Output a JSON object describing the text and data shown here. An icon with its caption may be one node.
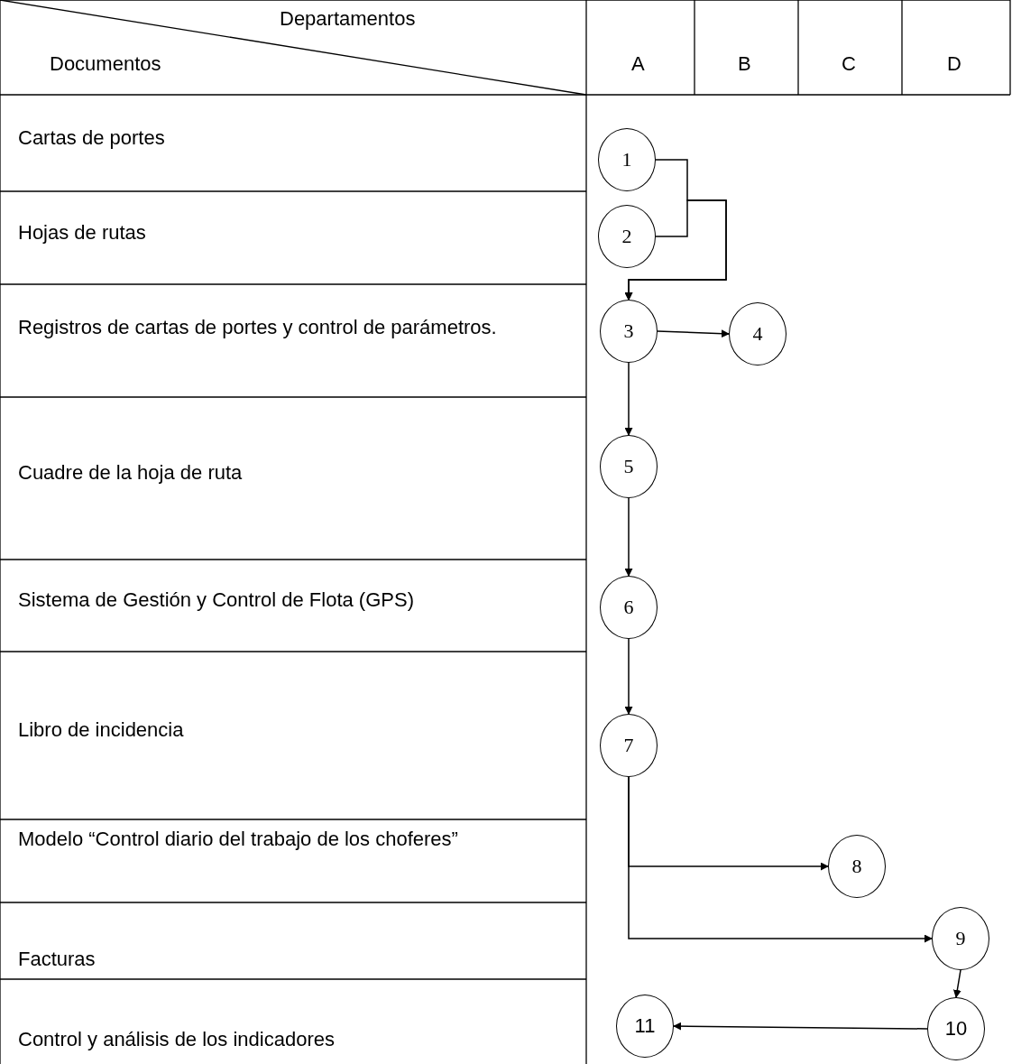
{
  "diagram": {
    "nodes": [
      {
        "text": [
          "1"
        ]
      },
      {
        "text": [
          "2"
        ]
      },
      {
        "text": [
          "3"
        ]
      },
      {
        "text": [
          "4"
        ]
      },
      {
        "text": [
          "5"
        ]
      },
      {
        "text": [
          "6"
        ]
      },
      {
        "text": [
          "7"
        ]
      },
      {
        "text": [
          "8"
        ]
      },
      {
        "text": [
          "9"
        ]
      },
      {
        "text": [
          "10"
        ]
      },
      {
        "text": [
          "11"
        ]
      }
    ],
    "edges": [
      {
        "from": 0,
        "to": 2,
        "arrow": "to"
      },
      {
        "from": 1,
        "to": 2,
        "arrow": "to"
      },
      {
        "from": 2,
        "to": 3,
        "arrow": "to"
      },
      {
        "from": 2,
        "to": 4,
        "arrow": "to"
      },
      {
        "from": 4,
        "to": 5,
        "arrow": "to"
      },
      {
        "from": 5,
        "to": 6,
        "arrow": "to"
      },
      {
        "from": 6,
        "to": 7,
        "arrow": "to"
      },
      {
        "from": 6,
        "to": 8,
        "arrow": "to"
      },
      {
        "from": 8,
        "to": 9,
        "arrow": "to"
      },
      {
        "from": 9,
        "to": 10,
        "arrow": "to"
      }
    ],
    "labels": [
      "Departamentos",
      "Documentos",
      "A",
      "B",
      "C",
      "D",
      "Cartas de portes",
      "Hojas de rutas",
      "Registros de cartas de portes y control de parámetros.",
      "Cuadre de la hoja de ruta",
      "Sistema de Gestión y Control de Flota (GPS)",
      "Libro de incidencia",
      "Modelo “Control diario del trabajo de los choferes”",
      "Facturas",
      "Control y análisis de los indicadores"
    ]
  }
}
